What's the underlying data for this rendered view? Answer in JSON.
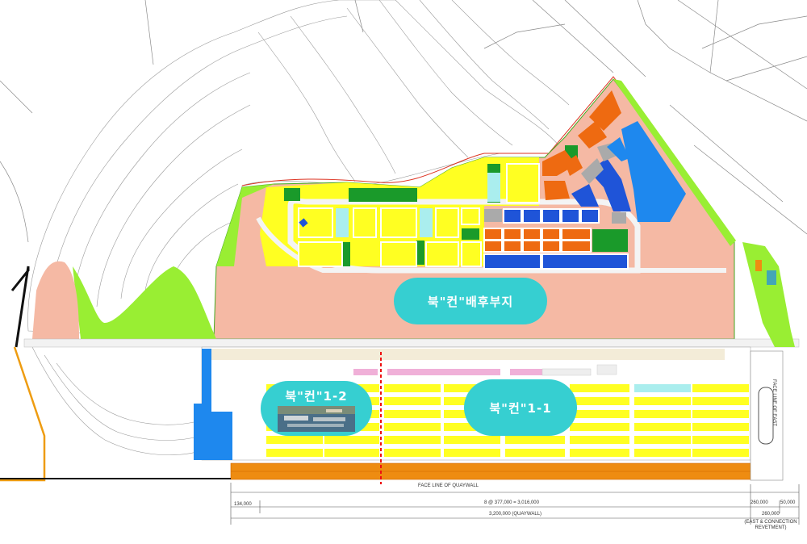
{
  "zones": {
    "hinterland": "북\"컨\"배후부지",
    "terminal_1_1": "북\"컨\"1-1",
    "terminal_1_2": "북\"컨\"1-2"
  },
  "labels": {
    "face_line": "FACE LINE OF QUAYWALL",
    "vertical_label": "FACE LINE OF EAST"
  },
  "dimensions": {
    "left_offset": "134,000",
    "berth_spacing": "8 @ 377,000 = 3,016,000",
    "quaywall_total": "3,200,000 (QUAYWALL)",
    "east_260": "260,000",
    "east_50": "50,000",
    "east_260_b": "260,000",
    "east_note": "(EAST & CONNECTION REVETMENT)"
  },
  "colors": {
    "pink": "#f5b9a4",
    "lime": "#99ee33",
    "yellow": "#ffff22",
    "green": "#1a9a2a",
    "blue": "#1e88ee",
    "navy": "#1f54d8",
    "orange": "#ee6a11",
    "cyan": "#36cfd1",
    "lightcyan": "#aaeeee",
    "gray": "#aaaaaa",
    "quay": "#ee8c11"
  }
}
